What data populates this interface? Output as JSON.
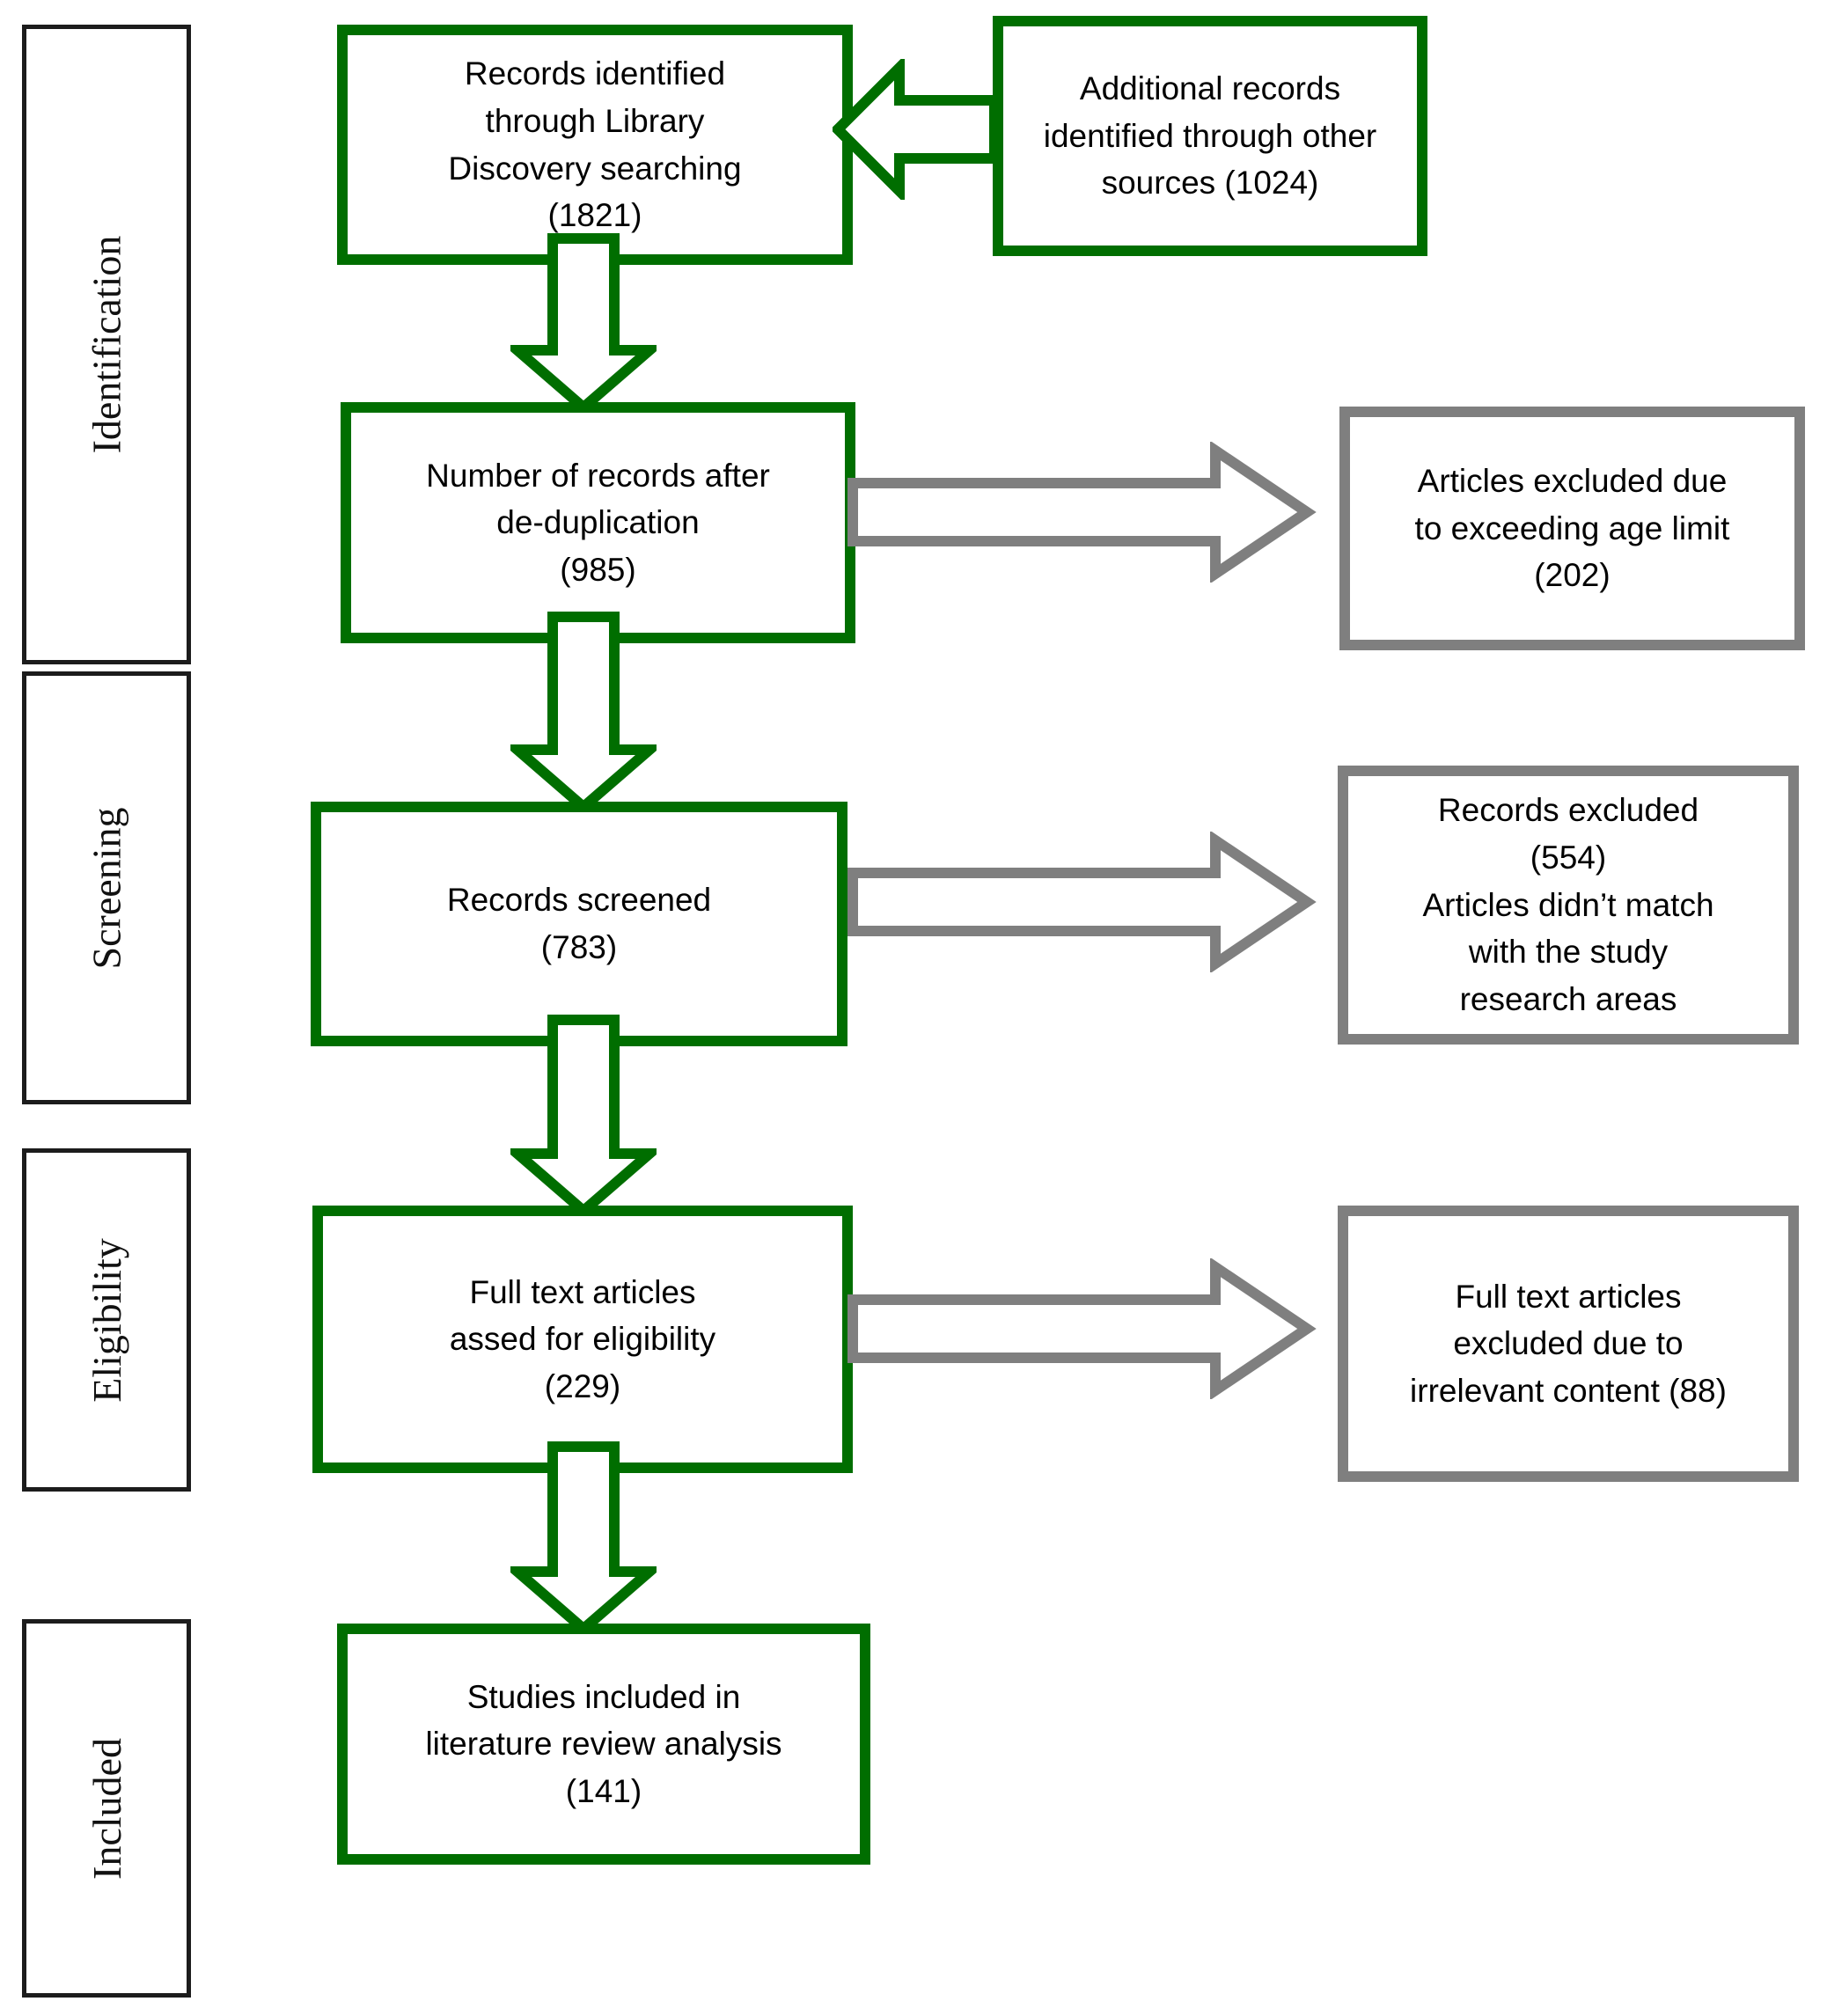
{
  "colors": {
    "green": "#006e00",
    "gray": "#7f7f7f",
    "ink": "#1c1c1c"
  },
  "stages": [
    {
      "label": "Identification"
    },
    {
      "label": "Screening"
    },
    {
      "label": "Eligibility"
    },
    {
      "label": "Included"
    }
  ],
  "flow": {
    "records_identified": {
      "text": "Records identified\nthrough Library\nDiscovery searching\n(1821)",
      "count": "1821"
    },
    "additional_records": {
      "text": "Additional records\nidentified through other\nsources (1024)",
      "count": "1024"
    },
    "deduplicated": {
      "text": "Number of records after\nde-duplication\n(985)",
      "count": "985"
    },
    "records_screened": {
      "text": "Records screened\n(783)",
      "count": "783"
    },
    "full_text_assessed": {
      "text": "Full text articles\nassed for eligibility\n(229)",
      "count": "229"
    },
    "studies_included": {
      "text": "Studies included in\nliterature review analysis\n(141)",
      "count": "141"
    }
  },
  "exclusions": {
    "age_limit": {
      "text": "Articles excluded due\nto exceeding age limit\n(202)",
      "count": "202"
    },
    "no_match": {
      "text": "Records excluded\n(554)\nArticles didn’t match\nwith the study\nresearch areas",
      "count": "554"
    },
    "irrelevant": {
      "text": "Full text articles\nexcluded due to\nirrelevant content (88)",
      "count": "88"
    }
  }
}
